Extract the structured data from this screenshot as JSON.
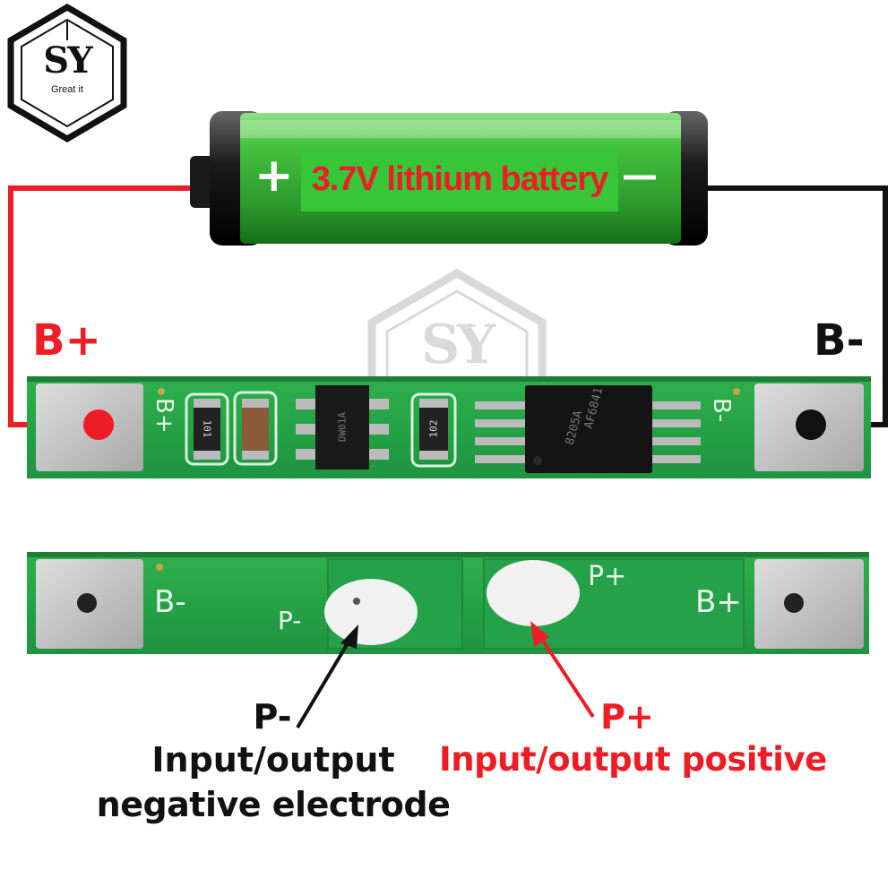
{
  "logo": {
    "letters": "SY",
    "tagline": "Great it"
  },
  "battery": {
    "plus": "+",
    "label": "3.7V lithium battery",
    "minus": "—"
  },
  "wire_labels": {
    "bplus": "B+",
    "bminus": "B-"
  },
  "top_board": {
    "silk_left": "B+",
    "silk_right": "B-",
    "res1": "101",
    "res2": "102",
    "ic_small": "DW01A",
    "ic_large_top": "AF6841",
    "ic_large_bottom": "8205A"
  },
  "bottom_board": {
    "silk_left": "B-",
    "silk_pminus": "P-",
    "silk_pplus": "P+",
    "silk_right": "B+"
  },
  "callouts": {
    "pminus_title": "P-",
    "pminus_line1": "Input/output",
    "pminus_line2": "negative electrode",
    "pplus_title": "P+",
    "pplus_line1": "Input/output positive"
  },
  "colors": {
    "pcb": "#27a745",
    "battery_green": "#3fbe3a",
    "red": "#ee1c24",
    "wire_black": "#111111",
    "pad_gray": "#c9c9c9"
  }
}
